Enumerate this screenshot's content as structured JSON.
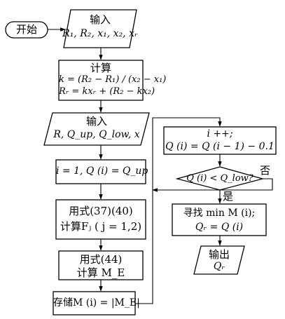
{
  "nodes": {
    "start": {
      "text": "开始"
    },
    "input1": {
      "line1": "输入",
      "line2": "R₁, R₂, x₁, x₂, xᵣ"
    },
    "compute1": {
      "line1": "计算",
      "line2": "k = (R₂ − R₁) / (x₂ − x₁)",
      "line3": "Rᵣ = kxᵣ + (R₂ − kx₂)"
    },
    "input2": {
      "line1": "输入",
      "line2": "R, Q_up, Q_low, x"
    },
    "init": {
      "text": "i = 1, Q (i) = Q_up"
    },
    "formula1": {
      "line1": "用式(37)(40)",
      "line2": "计算Fⱼ ( j = 1,2)"
    },
    "formula2": {
      "line1": "用式(44)",
      "line2": "计算 M_E"
    },
    "store": {
      "text": "存储M (i) = |M_E|"
    },
    "loop": {
      "line1": "i ++;",
      "line2": "Q (i) = Q (i − 1) − 0.1"
    },
    "decision": {
      "text": "Q (i) < Q_low?"
    },
    "find": {
      "line1": "寻找 min M (i);",
      "line2": "Qᵣ = Q (i)"
    },
    "output": {
      "line1": "输出",
      "line2": "Qᵣ"
    }
  },
  "edge_labels": {
    "yes": "是",
    "no": "否"
  }
}
